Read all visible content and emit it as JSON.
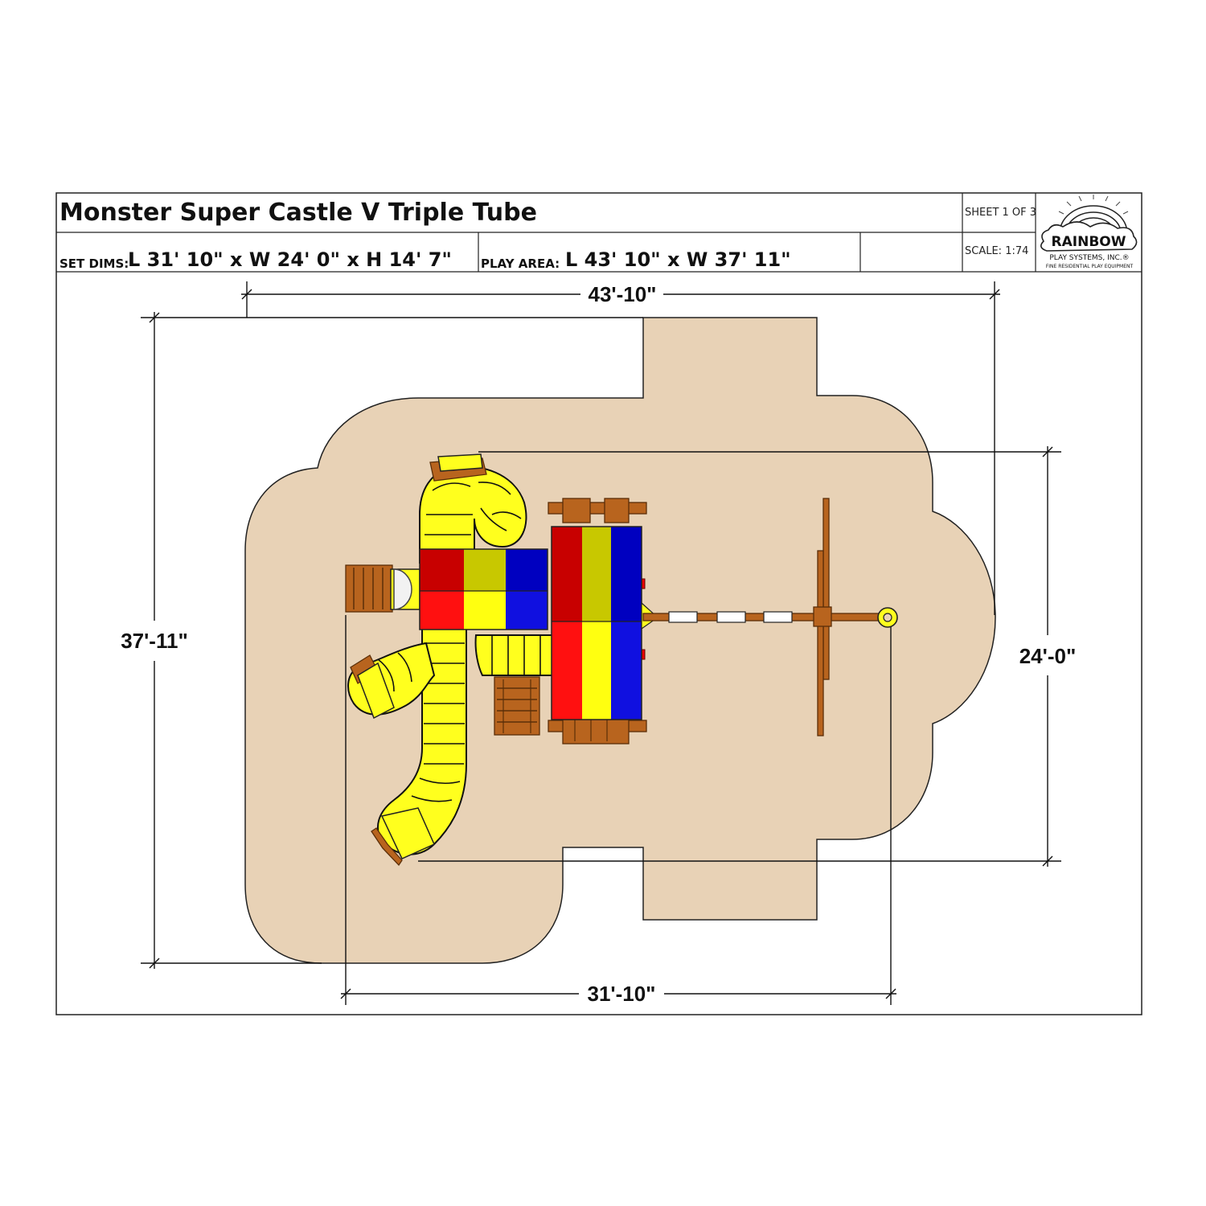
{
  "title": "Monster Super Castle V Triple Tube",
  "sheet": "SHEET 1 OF 3",
  "scale": "SCALE: 1:74",
  "set_dims": {
    "label": "SET DIMS:",
    "value": "L 31' 10\" x W 24' 0\" x H 14' 7\""
  },
  "play_area": {
    "label": "PLAY AREA:",
    "value": "L 43' 10\" x W 37' 11\""
  },
  "logo": {
    "name": "RAINBOW",
    "line2": "PLAY SYSTEMS, INC.®",
    "line3": "FINE RESIDENTIAL PLAY EQUIPMENT"
  },
  "dimensions": {
    "play_area_length": "43'-10\"",
    "play_area_width": "37'-11\"",
    "set_length": "31'-10\"",
    "set_width": "24'-0\""
  },
  "colors": {
    "play_area_fill": "#e8d2b6",
    "tube_slide": "#ffff1e",
    "roof_red": "#ff1010",
    "roof_red_dark": "#c80000",
    "roof_yellow": "#ffff10",
    "roof_yellow_dark": "#c8c800",
    "roof_blue": "#1010e0",
    "roof_blue_dark": "#0000c0",
    "wood": "#b8641e"
  }
}
